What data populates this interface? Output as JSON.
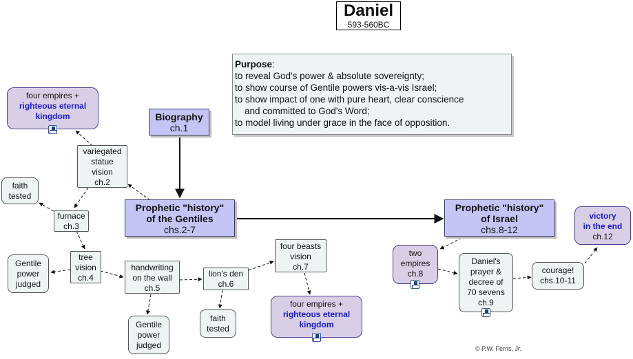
{
  "title": "Daniel",
  "dates": "593-560BC",
  "purpose": {
    "heading": "Purpose",
    "lines": [
      "to reveal God's power & absolute sovereignty;",
      "to show course of Gentile powers vis-a-vis Israel;",
      "to show impact of one with pure heart, clear conscience",
      "and committed to God's Word;",
      "to model living under grace in the face of opposition."
    ]
  },
  "nodes": {
    "biography": {
      "title": "Biography",
      "sub": "ch.1"
    },
    "gentiles": {
      "title": "Prophetic \"history\"",
      "title2": "of the Gentiles",
      "sub": "chs.2-7"
    },
    "israel": {
      "title": "Prophetic \"history\"",
      "title2": "of Israel",
      "sub": "chs.8-12"
    },
    "four_empires_top": {
      "line1": "four empires +",
      "bold1": "righteous eternal",
      "bold2": "kingdom"
    },
    "statue": {
      "lines": [
        "variegated",
        "statue",
        "vision",
        "ch.2"
      ]
    },
    "faith_tested_1": {
      "lines": [
        "faith",
        "tested"
      ]
    },
    "furnace": {
      "lines": [
        "furnace",
        "ch.3"
      ]
    },
    "tree": {
      "lines": [
        "tree",
        "vision",
        "ch.4"
      ]
    },
    "gentile_judged_1": {
      "lines": [
        "Gentile",
        "power",
        "judged"
      ]
    },
    "handwriting": {
      "lines": [
        "handwriting",
        "on the wall",
        "ch.5"
      ]
    },
    "gentile_judged_2": {
      "lines": [
        "Gentile",
        "power",
        "judged"
      ]
    },
    "lions_den": {
      "lines": [
        "lion's den",
        "ch.6"
      ]
    },
    "faith_tested_2": {
      "lines": [
        "faith",
        "tested"
      ]
    },
    "four_beasts": {
      "lines": [
        "four beasts",
        "vision",
        "ch.7"
      ]
    },
    "four_empires_bottom": {
      "line1": "four empires +",
      "bold1": "righteous eternal",
      "bold2": "kingdom"
    },
    "two_empires": {
      "lines": [
        "two",
        "empires",
        "ch.8"
      ]
    },
    "prayer": {
      "lines": [
        "Daniel's",
        "prayer &",
        "decree of",
        "70 sevens",
        "ch.9"
      ]
    },
    "courage": {
      "lines": [
        "courage!",
        "chs.10-11"
      ]
    },
    "victory": {
      "bold1": "victory",
      "bold2": "in the end",
      "sub": "ch.12"
    }
  },
  "copyright": "© P.W. Ferris, Jr.",
  "icon": "concept-map-icon"
}
